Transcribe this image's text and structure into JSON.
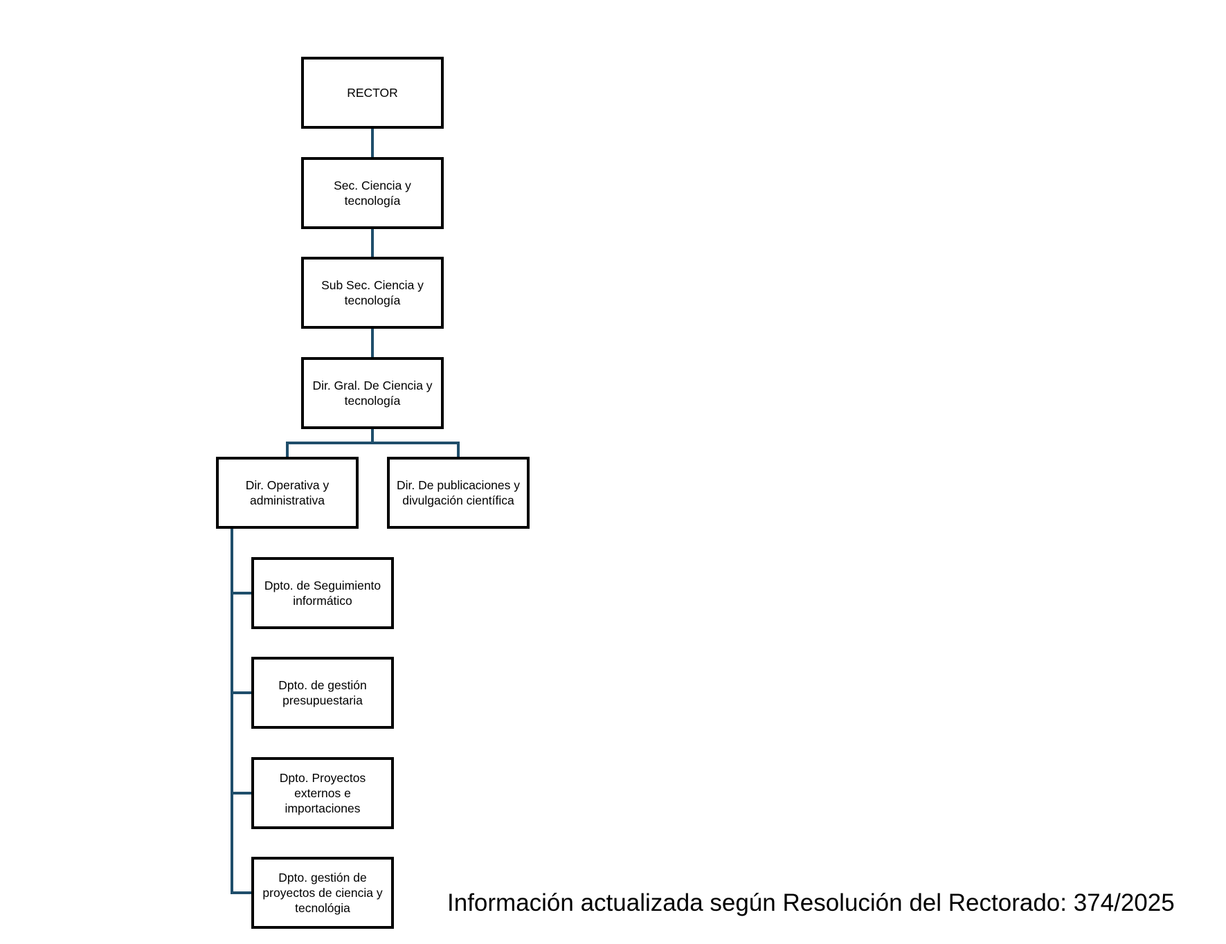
{
  "diagram": {
    "connector_color": "#1f4e6b",
    "nodes": {
      "rector": "RECTOR",
      "sec_ciencia": "Sec. Ciencia y\ntecnología",
      "subsec_ciencia": "Sub Sec. Ciencia y\ntecnología",
      "dir_gral": "Dir. Gral. De Ciencia y\ntecnología",
      "dir_operativa": "Dir. Operativa y\nadministrativa",
      "dir_publicaciones": "Dir. De publicaciones y\ndivulgación científica",
      "dpto_seguimiento": "Dpto. de Seguimiento\ninformático",
      "dpto_presupuestaria": "Dpto. de gestión\npresupuestaria",
      "dpto_proyectos_externos": "Dpto. Proyectos\nexternos e\nimportaciones",
      "dpto_gestion_proyectos": "Dpto. gestión de\nproyectos de ciencia y\ntecnológia"
    }
  },
  "footnote": "Información actualizada según Resolución del Rectorado: 374/2025"
}
